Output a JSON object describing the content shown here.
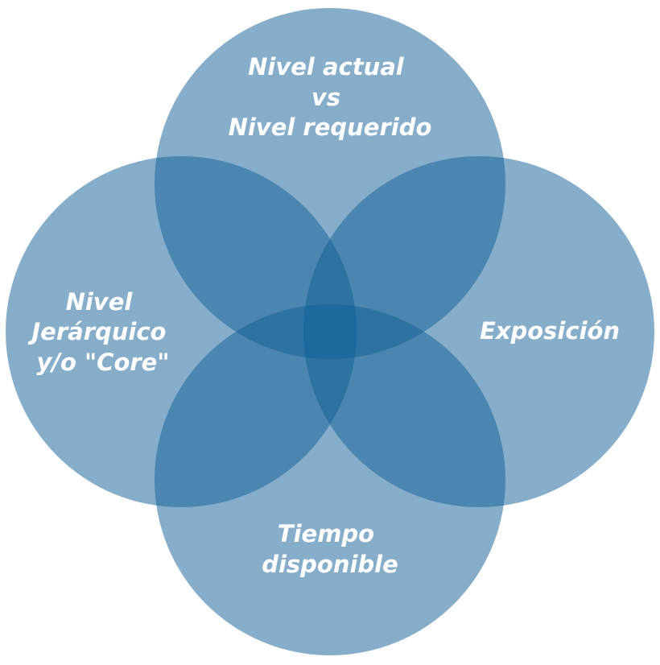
{
  "diagram": {
    "type": "venn-4",
    "fill_color": "#0e5d96",
    "text_color": "#ffffff",
    "background": "#ffffff",
    "circles": [
      {
        "id": "top",
        "lines": [
          "Nivel actual",
          "vs",
          "Nivel requerido"
        ]
      },
      {
        "id": "left",
        "lines": [
          "Nivel",
          "Jerárquico",
          "y/o \"Core\""
        ]
      },
      {
        "id": "right",
        "lines": [
          "Exposición"
        ]
      },
      {
        "id": "bottom",
        "lines": [
          "Tiempo",
          "disponible"
        ]
      }
    ]
  }
}
